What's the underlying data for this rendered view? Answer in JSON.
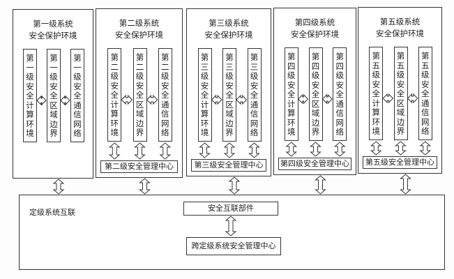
{
  "levels": [
    {
      "title_line1": "第一级系统",
      "title_line2": "安全保护环境",
      "columns": [
        "第一级安全计算环境",
        "第一级安全区域边界",
        "第一级安全通信网络"
      ],
      "management": ""
    },
    {
      "title_line1": "第二级系统",
      "title_line2": "安全保护环境",
      "columns": [
        "第二级安全计算环境",
        "第二级安全区域边界",
        "第二级安全通信网络"
      ],
      "management": "第二级安全管理中心"
    },
    {
      "title_line1": "第三级系统",
      "title_line2": "安全保护环境",
      "columns": [
        "第三级安全计算环境",
        "第三级安全区域边界",
        "第三级安全通信网络"
      ],
      "management": "第三级安全管理中心"
    },
    {
      "title_line1": "第四级系统",
      "title_line2": "安全保护环境",
      "columns": [
        "第四级安全计算环境",
        "第四级安全区域边界",
        "第四级安全通信网络"
      ],
      "management": "第四级安全管理中心"
    },
    {
      "title_line1": "第五级系统",
      "title_line2": "安全保护环境",
      "columns": [
        "第五级安全计算环境",
        "第五级安全区域边界",
        "第五级安全通信网络"
      ],
      "management": "第五级安全管理中心"
    }
  ],
  "interconnect": {
    "label": "定级系统互联",
    "component": "安全互联部件",
    "cross_center": "跨定级系统安全管理中心"
  }
}
